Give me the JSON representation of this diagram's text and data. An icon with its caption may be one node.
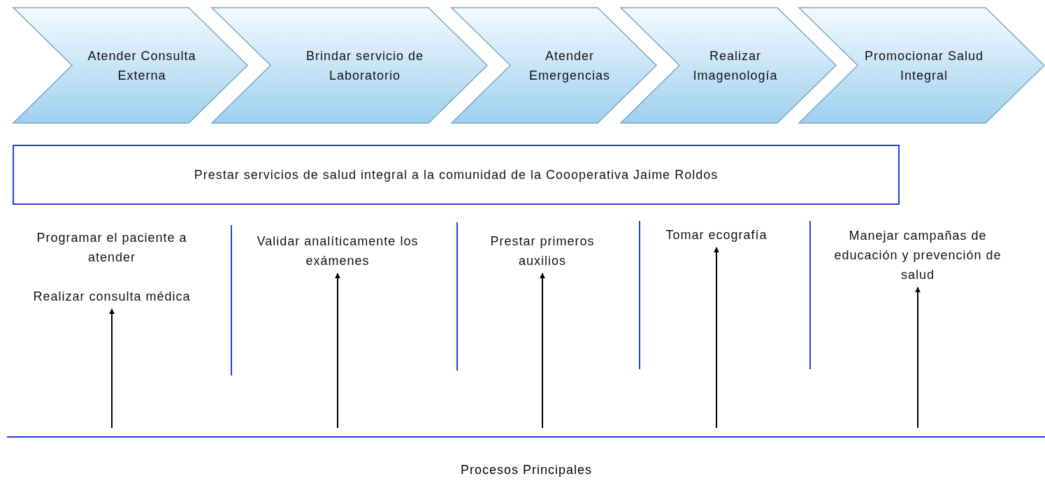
{
  "diagram": {
    "nodes": [
      {
        "text": [
          "Atender Consulta Externa"
        ]
      },
      {
        "text": [
          "Brindar servicio de Laboratorio"
        ]
      },
      {
        "text": [
          "Atender Emergencias"
        ]
      },
      {
        "text": [
          "Realizar Imagenología"
        ]
      },
      {
        "text": [
          "Promocionar Salud Integral"
        ]
      },
      {
        "text": [
          "Prestar servicios de salud integral a la comunidad de la Coooperativa Jaime Roldos"
        ]
      },
      {
        "text": [
          "Programar el paciente a atender",
          "Realizar consulta médica"
        ]
      },
      {
        "text": [
          "Validar analíticamente los exámenes"
        ]
      },
      {
        "text": [
          "Prestar primeros auxilios"
        ]
      },
      {
        "text": [
          "Tomar ecografía"
        ]
      },
      {
        "text": [
          "Manejar campañas de educación y prevención de salud"
        ]
      }
    ],
    "edges": [
      {
        "from": null,
        "to": 6,
        "arrow": "to"
      },
      {
        "from": null,
        "to": 7,
        "arrow": "to"
      },
      {
        "from": null,
        "to": 8,
        "arrow": "to"
      },
      {
        "from": null,
        "to": 9,
        "arrow": "to"
      },
      {
        "from": null,
        "to": 10,
        "arrow": "to"
      }
    ],
    "labels": [
      "Procesos Principales"
    ]
  }
}
